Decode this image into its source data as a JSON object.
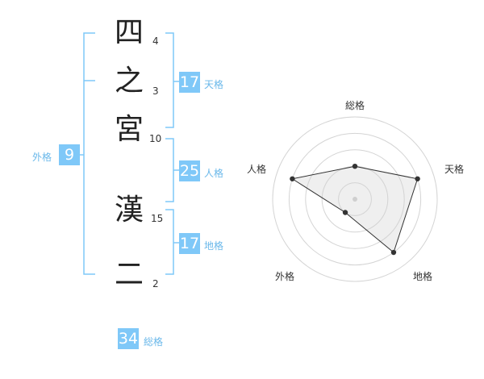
{
  "name": {
    "characters": [
      {
        "char": "四",
        "strokes": "4"
      },
      {
        "char": "之",
        "strokes": "3"
      },
      {
        "char": "宮",
        "strokes": "10"
      },
      {
        "char": "漢",
        "strokes": "15"
      },
      {
        "char": "二",
        "strokes": "2"
      }
    ]
  },
  "fortunes": {
    "tenkaku": {
      "value": "17",
      "label": "天格"
    },
    "jinkaku": {
      "value": "25",
      "label": "人格"
    },
    "chikaku": {
      "value": "17",
      "label": "地格"
    },
    "gaikaku": {
      "value": "9",
      "label": "外格"
    },
    "soukaku": {
      "value": "34",
      "label": "総格"
    }
  },
  "colors": {
    "accent": "#7fc8f8",
    "label": "#6ab8ea",
    "bracket": "#7fc8f8"
  },
  "chart_data": {
    "type": "radar",
    "axes": [
      "総格",
      "天格",
      "地格",
      "外格",
      "人格"
    ],
    "values": [
      2,
      4,
      4,
      1,
      4
    ],
    "max": 5
  }
}
